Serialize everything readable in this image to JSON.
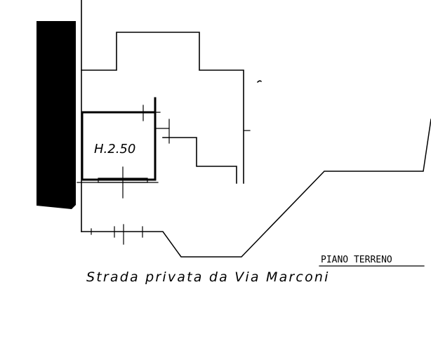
{
  "drawing": {
    "room_height_label": "H.2.50",
    "floor_label": "PIANO TERRENO",
    "street_label": "Strada privata da Via Marconi"
  },
  "colors": {
    "ink": "#000000",
    "paper": "#ffffff"
  }
}
